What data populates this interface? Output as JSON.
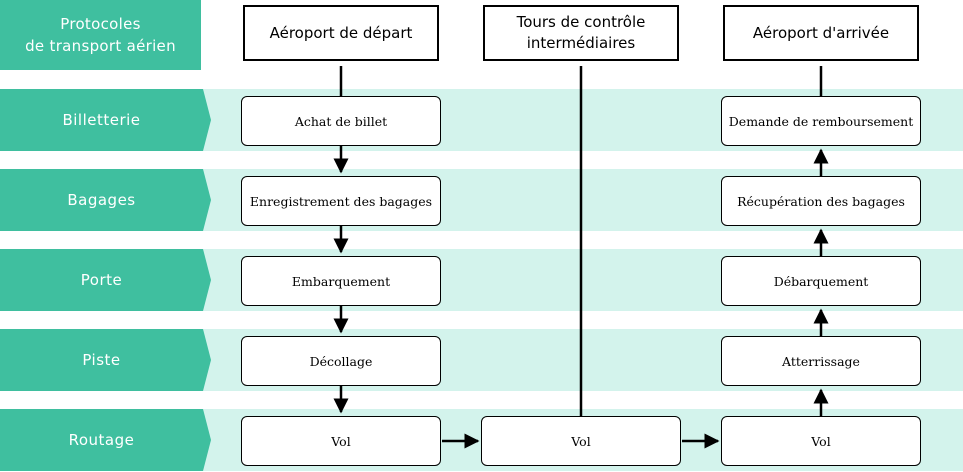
{
  "header": {
    "protocols_title": "Protocoles\nde transport aérien",
    "departure_title": "Aéroport de départ",
    "control_title": "Tours de contrôle\nintermédiaires",
    "arrival_title": "Aéroport d'arrivée"
  },
  "layers": [
    {
      "label": "Billetterie"
    },
    {
      "label": "Bagages"
    },
    {
      "label": "Porte"
    },
    {
      "label": "Piste"
    },
    {
      "label": "Routage"
    }
  ],
  "departure": [
    {
      "label": "Achat de billet"
    },
    {
      "label": "Enregistrement des bagages"
    },
    {
      "label": "Embarquement"
    },
    {
      "label": "Décollage"
    },
    {
      "label": "Vol"
    }
  ],
  "control": {
    "label": "Vol"
  },
  "arrival": [
    {
      "label": "Demande de remboursement"
    },
    {
      "label": "Récupération des bagages"
    },
    {
      "label": "Débarquement"
    },
    {
      "label": "Atterrissage"
    },
    {
      "label": "Vol"
    }
  ],
  "colors": {
    "accent": "#3fbf9f",
    "band": "#d3f3ec",
    "line": "#000000"
  }
}
